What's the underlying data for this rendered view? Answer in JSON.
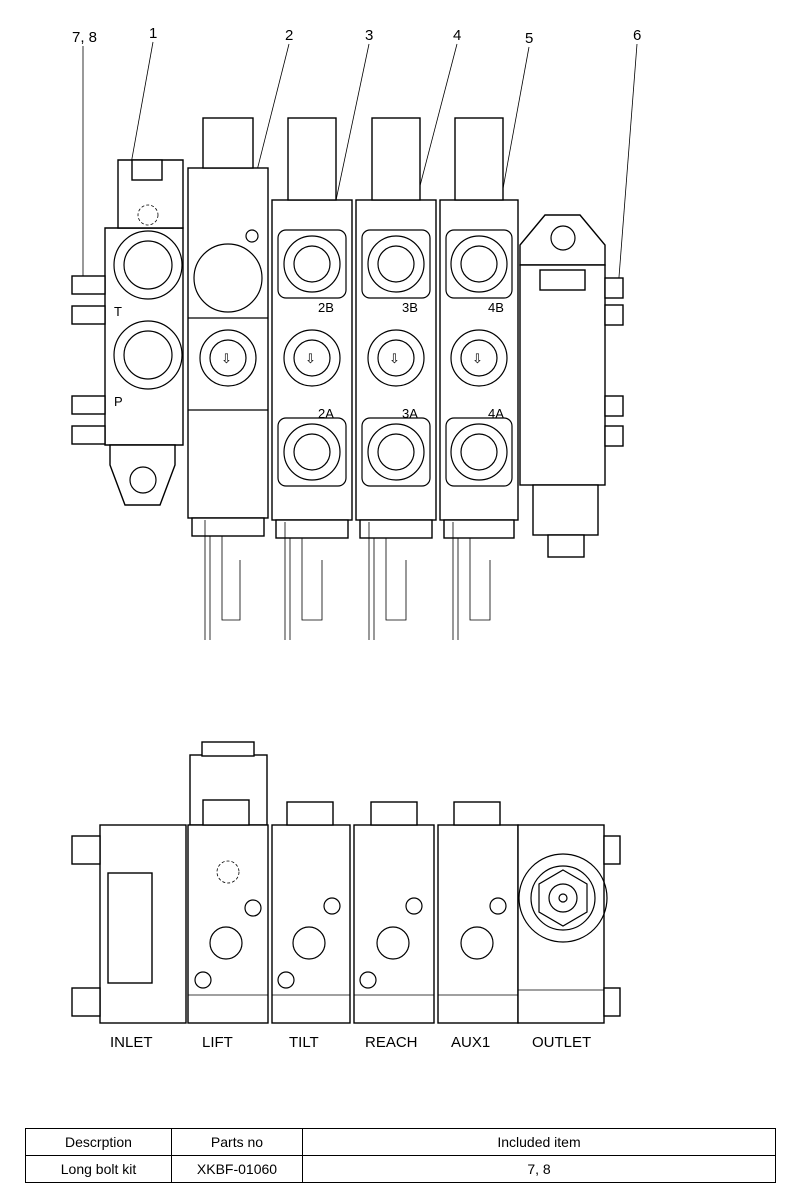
{
  "callouts": [
    "7, 8",
    "1",
    "2",
    "3",
    "4",
    "5",
    "6"
  ],
  "ports": {
    "inlet_t": "T",
    "inlet_p": "P",
    "sec2_b": "2B",
    "sec2_a": "2A",
    "sec3_b": "3B",
    "sec3_a": "3A",
    "sec4_b": "4B",
    "sec4_a": "4A"
  },
  "sections": [
    "INLET",
    "LIFT",
    "TILT",
    "REACH",
    "AUX1",
    "OUTLET"
  ],
  "table": {
    "headers": [
      "Descrption",
      "Parts no",
      "Included item"
    ],
    "rows": [
      [
        "Long bolt kit",
        "XKBF-01060",
        "7, 8"
      ]
    ]
  }
}
